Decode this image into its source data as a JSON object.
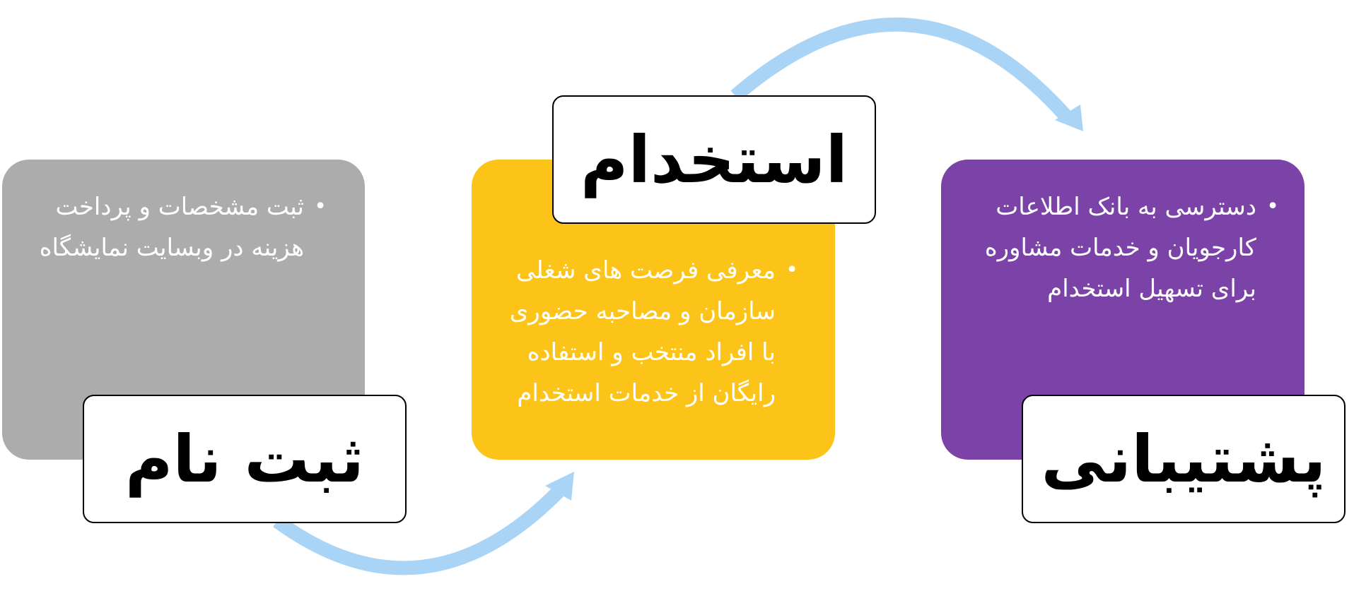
{
  "colors": {
    "arrow": "#aad4f5",
    "card_gray": "#acacac",
    "card_yellow": "#fcc419",
    "card_purple": "#7b43a8",
    "label_border": "#000000",
    "bullet_text": "#ffffff"
  },
  "steps": [
    {
      "title": "ثبت نام",
      "bullets": [
        "ثبت مشخصات و پرداخت هزینه در وبسایت نمایشگاه"
      ]
    },
    {
      "title": "استخدام",
      "bullets": [
        "معرفی فرصت های شغلی سازمان و مصاحبه حضوری با افراد منتخب و استفاده رایگان از خدمات استخدام"
      ]
    },
    {
      "title": "پشتیبانی",
      "bullets": [
        "دسترسی به بانک اطلاعات کارجویان و خدمات مشاوره برای تسهیل استخدام"
      ]
    }
  ]
}
